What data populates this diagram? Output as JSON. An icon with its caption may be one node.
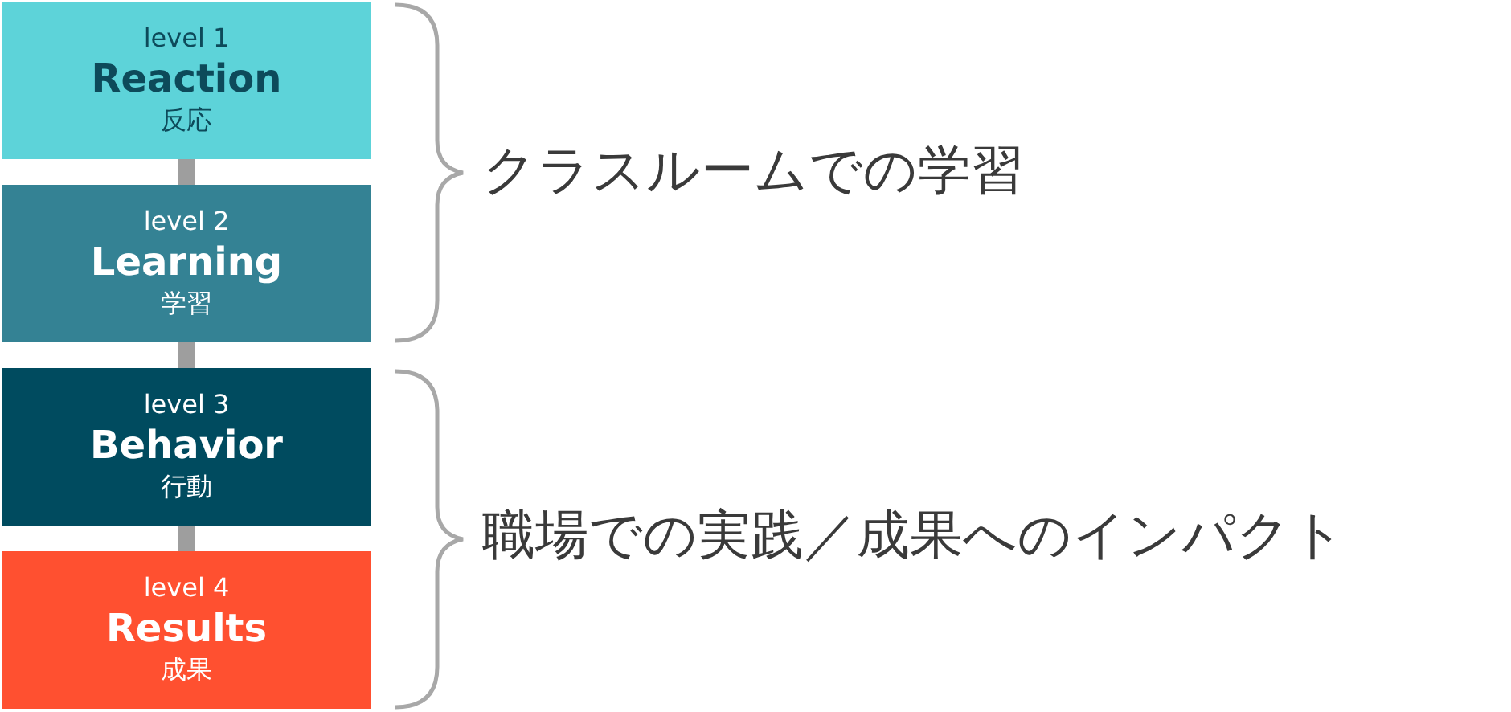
{
  "diagram": {
    "nodes": [
      {
        "text": [
          "level 1",
          "Reaction",
          "反応"
        ]
      },
      {
        "text": [
          "level 2",
          "Learning",
          "学習"
        ]
      },
      {
        "text": [
          "level 3",
          "Behavior",
          "行動"
        ]
      },
      {
        "text": [
          "level 4",
          "Results",
          "成果"
        ]
      }
    ],
    "edges": [
      {
        "from": 0,
        "to": 1,
        "arrow": "none"
      },
      {
        "from": 1,
        "to": 2,
        "arrow": "none"
      },
      {
        "from": 2,
        "to": 3,
        "arrow": "none"
      }
    ],
    "labels": [
      "クラスルームでの学習",
      "職場での実践／成果へのインパクト"
    ]
  }
}
